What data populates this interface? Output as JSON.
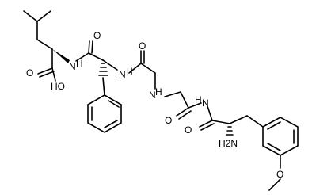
{
  "molecule": {
    "atom_labels": {
      "oxygen_leu_acid": "HO",
      "oxygen_leu_carbonyl": "O",
      "nitrogen_phe_amide": "N",
      "hydrogen_phe_amide": "H",
      "oxygen_phe_carbonyl": "O",
      "nitrogen_gly2_amide": "N",
      "hydrogen_gly2_amide": "H",
      "oxygen_gly2_carbonyl": "O",
      "nitrogen_gly1_amide": "N",
      "hydrogen_gly1_amide": "H",
      "oxygen_gly1_carbonyl": "O",
      "nitrogen_tyr_amide": "N",
      "hydrogen_tyr_amide": "H",
      "oxygen_tyr_carbonyl": "O",
      "amino_label": "H2N",
      "methoxy_oxygen": "O"
    },
    "colors": {
      "ink": "#000000",
      "background": "#ffffff"
    }
  }
}
